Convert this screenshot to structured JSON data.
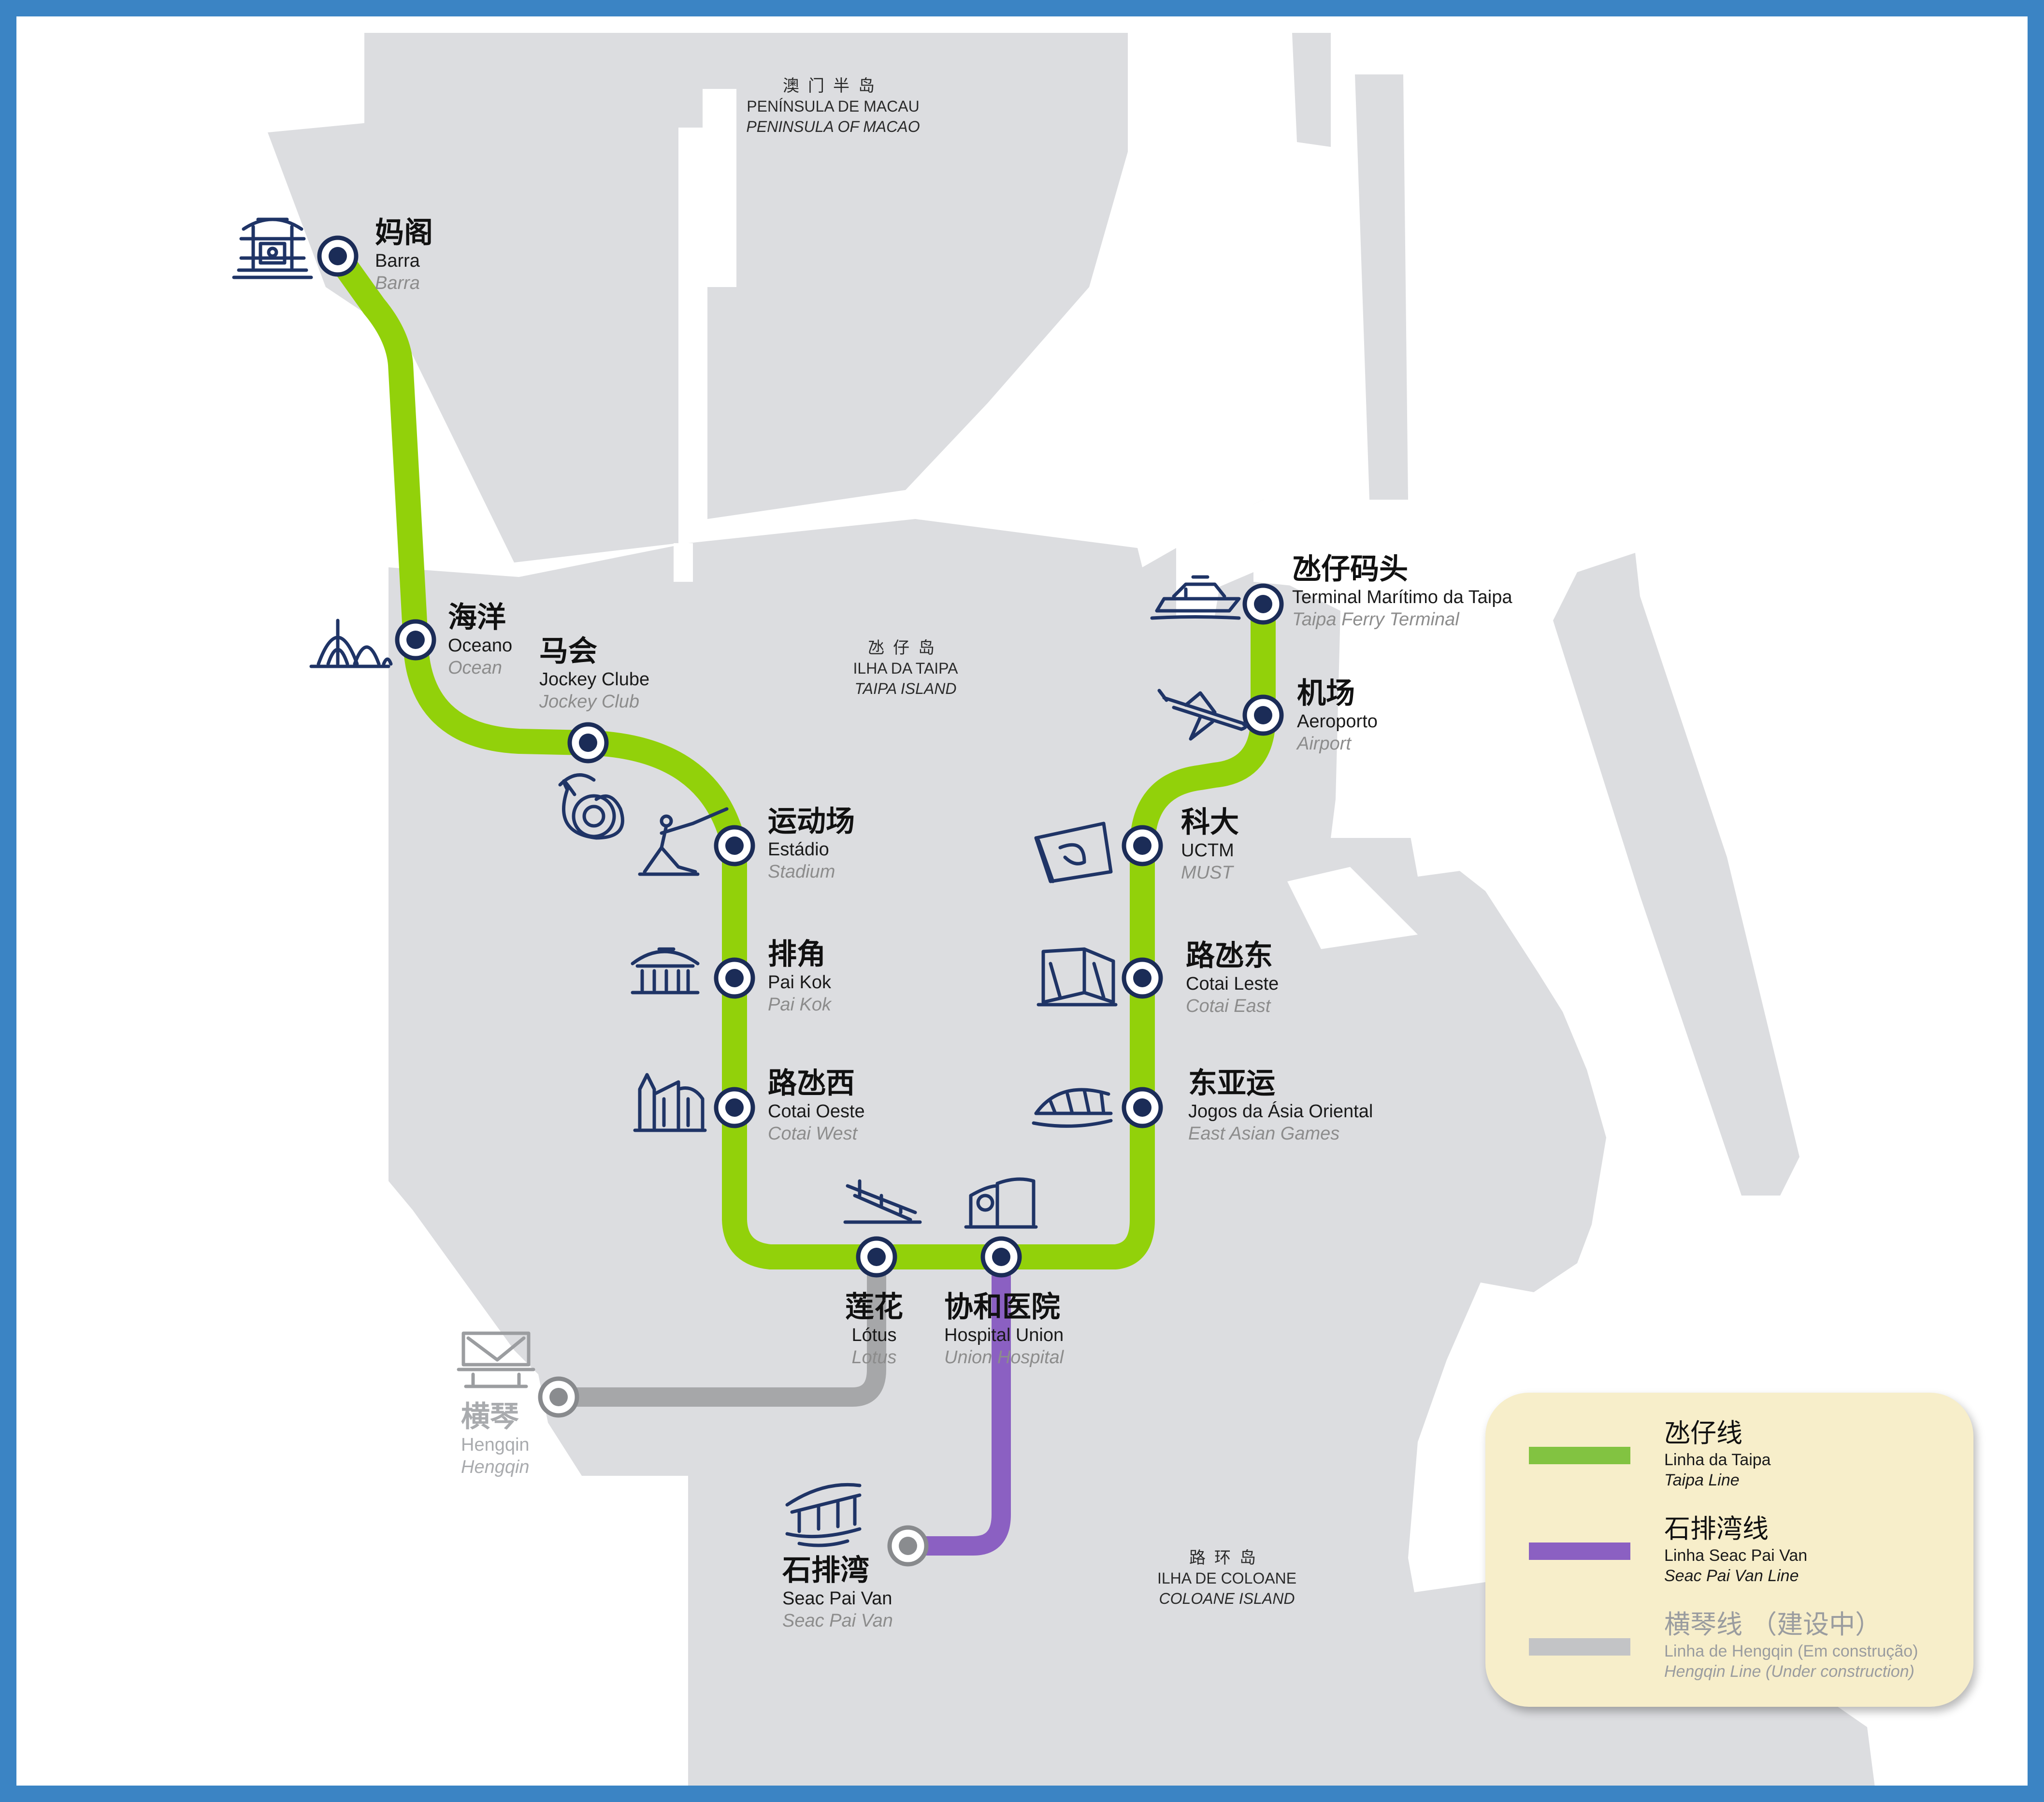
{
  "areas": {
    "macau": {
      "zh": "澳门半岛",
      "pt": "PENÍNSULA DE MACAU",
      "en": "PENINSULA OF MACAO"
    },
    "taipa": {
      "zh": "氹仔岛",
      "pt": "ILHA DA TAIPA",
      "en": "TAIPA ISLAND"
    },
    "coloane": {
      "zh": "路环岛",
      "pt": "ILHA DE COLOANE",
      "en": "COLOANE ISLAND"
    }
  },
  "stations": {
    "barra": {
      "zh": "妈阁",
      "pt": "Barra",
      "en": "Barra",
      "icon": "a-ma-temple-icon"
    },
    "oceano": {
      "zh": "海洋",
      "pt": "Oceano",
      "en": "Ocean",
      "icon": "ocean-gardens-icon"
    },
    "jockey": {
      "zh": "马会",
      "pt": "Jockey Clube",
      "en": "Jockey Club",
      "icon": "horseshoe-icon"
    },
    "estadio": {
      "zh": "运动场",
      "pt": "Estádio",
      "en": "Stadium",
      "icon": "athlete-icon"
    },
    "paikok": {
      "zh": "排角",
      "pt": "Pai Kok",
      "en": "Pai Kok",
      "icon": "pavilion-icon"
    },
    "cotaioeste": {
      "zh": "路氹西",
      "pt": "Cotai Oeste",
      "en": "Cotai West",
      "icon": "skyline-icon"
    },
    "lotus": {
      "zh": "莲花",
      "pt": "Lótus",
      "en": "Lotus",
      "icon": "bridge-icon"
    },
    "hospital": {
      "zh": "协和医院",
      "pt": "Hospital Union",
      "en": "Union Hospital",
      "icon": "hospital-icon"
    },
    "cotaileste": {
      "zh": "路氹东",
      "pt": "Cotai Leste",
      "en": "Cotai East",
      "icon": "open-book-icon"
    },
    "jogos": {
      "zh": "东亚运",
      "pt": "Jogos da Ásia Oriental",
      "en": "East Asian Games",
      "icon": "dome-icon"
    },
    "uctm": {
      "zh": "科大",
      "pt": "UCTM",
      "en": "MUST",
      "icon": "university-book-icon"
    },
    "aeroporto": {
      "zh": "机场",
      "pt": "Aeroporto",
      "en": "Airport",
      "icon": "airplane-icon"
    },
    "ferry": {
      "zh": "氹仔码头",
      "pt": "Terminal Marítimo da Taipa",
      "en": "Taipa Ferry Terminal",
      "icon": "ferry-icon"
    },
    "seacpaivan": {
      "zh": "石排湾",
      "pt": "Seac Pai Van",
      "en": "Seac Pai Van",
      "icon": "seac-pai-van-icon"
    },
    "hengqin": {
      "zh": "横琴",
      "pt": "Hengqin",
      "en": "Hengqin",
      "icon": "hengqin-port-icon"
    }
  },
  "legend": {
    "taipa": {
      "zh": "氹仔线",
      "pt": "Linha da Taipa",
      "en": "Taipa Line",
      "color": "#82c341"
    },
    "seac": {
      "zh": "石排湾线",
      "pt": "Linha Seac Pai Van",
      "en": "Seac Pai Van Line",
      "color": "#8b60c2"
    },
    "hengqin": {
      "zh": "横琴线 （建设中）",
      "pt": "Linha de Hengqin (Em construção)",
      "en": "Hengqin Line (Under construction)",
      "color": "#c3c4c6"
    }
  },
  "colors": {
    "frame": "#3b84c4",
    "land": "#dcdde0",
    "taipa_line": "#92d10a",
    "seac_line": "#8b60c2",
    "hengqin_line": "#a6a7a9",
    "station": "#1b2c57"
  }
}
